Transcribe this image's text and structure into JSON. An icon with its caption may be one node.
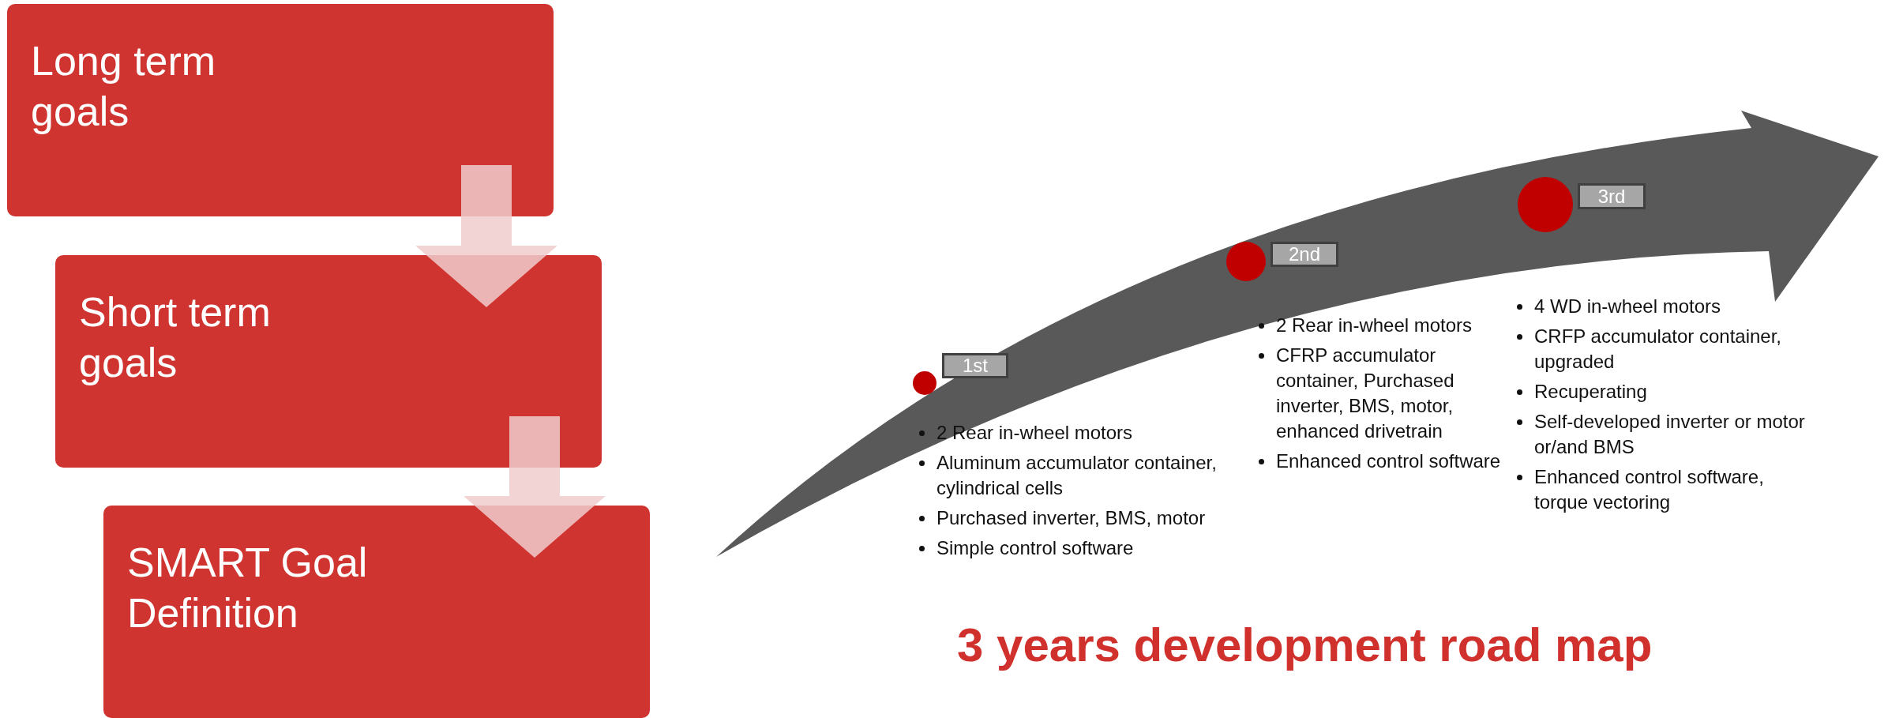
{
  "diagram": {
    "caption": "3 years development road map",
    "nodes": [
      {
        "text": [
          "Long term goals"
        ]
      },
      {
        "text": [
          "Short term goals"
        ]
      },
      {
        "text": [
          "SMART Goal Definition"
        ]
      },
      {
        "text": [
          "1st"
        ],
        "beside": [
          "2 Rear in-wheel motors",
          "Aluminum accumulator container, cylindrical cells",
          "Purchased inverter, BMS, motor",
          "Simple control software"
        ]
      },
      {
        "text": [
          "2nd"
        ],
        "beside": [
          "2 Rear in-wheel motors",
          "CFRP accumulator container, Purchased inverter, BMS, motor, enhanced drivetrain",
          "Enhanced control software"
        ]
      },
      {
        "text": [
          "3rd"
        ],
        "beside": [
          "4 WD in-wheel motors",
          "CRFP accumulator container, upgraded",
          "Recuperating",
          "Self-developed inverter or motor or/and BMS",
          "Enhanced control software, torque vectoring"
        ]
      }
    ],
    "edges": [
      {
        "from": 0,
        "to": 1,
        "arrow": "to"
      },
      {
        "from": 1,
        "to": 2,
        "arrow": "to"
      }
    ]
  }
}
